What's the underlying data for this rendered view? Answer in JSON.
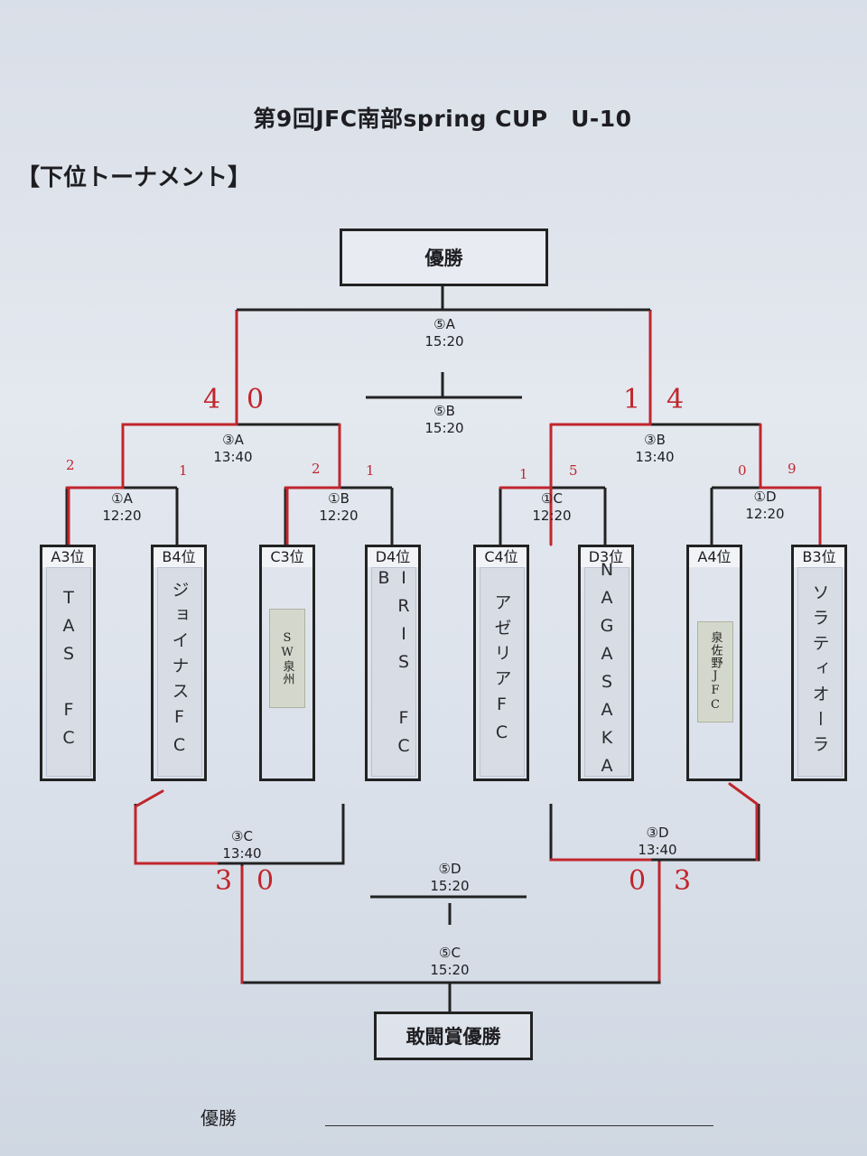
{
  "title": "第9回JFC南部spring CUP　U-10",
  "subtitle": "【下位トーナメント】",
  "boxes": {
    "champion": "優勝",
    "consolation": "敢闘賞優勝"
  },
  "matches": {
    "m1a": {
      "id": "①A",
      "time": "12:20"
    },
    "m1b": {
      "id": "①B",
      "time": "12:20"
    },
    "m1c": {
      "id": "①C",
      "time": "12:20"
    },
    "m1d": {
      "id": "①D",
      "time": "12:20"
    },
    "m3a": {
      "id": "③A",
      "time": "13:40"
    },
    "m3b": {
      "id": "③B",
      "time": "13:40"
    },
    "m3c": {
      "id": "③C",
      "time": "13:40"
    },
    "m3d": {
      "id": "③D",
      "time": "13:40"
    },
    "m5a": {
      "id": "⑤A",
      "time": "15:20"
    },
    "m5b": {
      "id": "⑤B",
      "time": "15:20"
    },
    "m5c": {
      "id": "⑤C",
      "time": "15:20"
    },
    "m5d": {
      "id": "⑤D",
      "time": "15:20"
    }
  },
  "teams": [
    {
      "seed": "A3位",
      "name": "TAS FC"
    },
    {
      "seed": "B4位",
      "name": "ジョイナスFC"
    },
    {
      "seed": "C3位",
      "name": "SW泉州"
    },
    {
      "seed": "D4位",
      "name": "IRIS FC B"
    },
    {
      "seed": "C4位",
      "name": "アゼリアFC"
    },
    {
      "seed": "D3位",
      "name": "NAGASAKA"
    },
    {
      "seed": "A4位",
      "name": "泉佐野JFC"
    },
    {
      "seed": "B3位",
      "name": "ソラティオーラ"
    }
  ],
  "scores": {
    "r1": [
      "2",
      "1",
      "2",
      "1",
      "1",
      "5",
      "0",
      "9"
    ],
    "r3": [
      "4",
      "0",
      "1",
      "4"
    ],
    "lower": [
      "3",
      "0",
      "0",
      "3"
    ]
  },
  "footer": {
    "label": "優勝"
  },
  "colors": {
    "ink": "#222222",
    "red": "#c0262c",
    "paper": "#e0e5ed"
  }
}
